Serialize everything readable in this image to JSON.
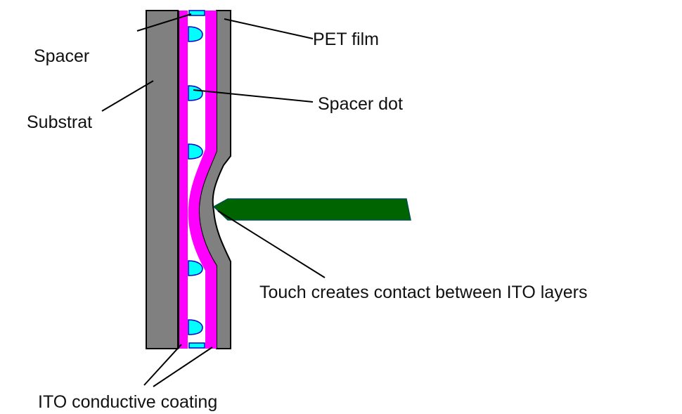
{
  "labels": {
    "spacer": "Spacer",
    "substrat": "Substrat",
    "pet_film": "PET film",
    "spacer_dot": "Spacer dot",
    "touch": "Touch creates contact between ITO layers",
    "ito": "ITO conductive coating"
  },
  "colors": {
    "substrate": "#808080",
    "ito": "#ff00ff",
    "spacer": "#00ffff",
    "spacer_outline": "#0000cc",
    "stylus": "#006400"
  }
}
